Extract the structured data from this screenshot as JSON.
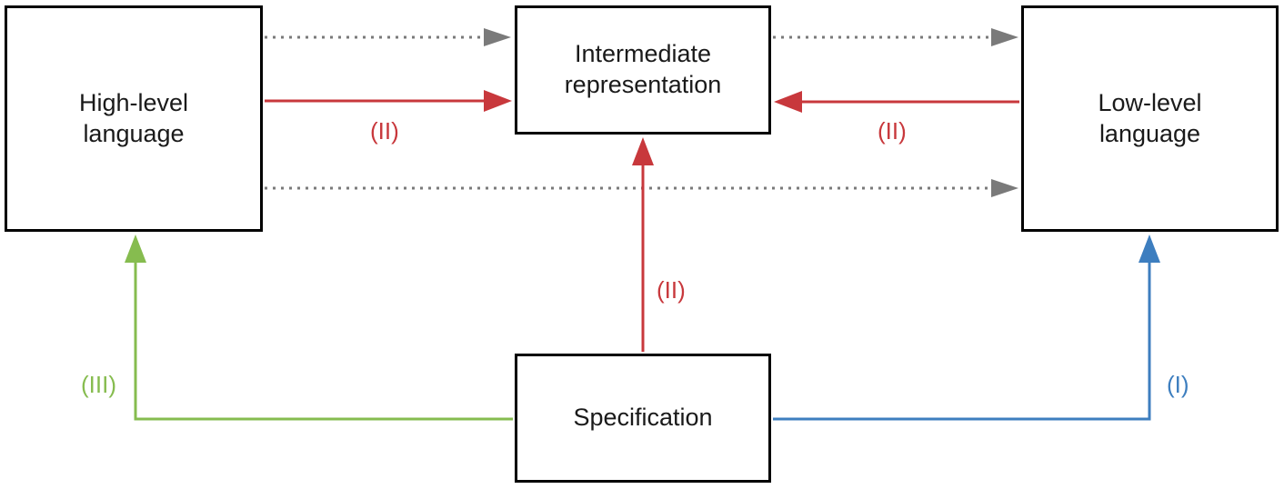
{
  "nodes": {
    "high_level": "High-level\nlanguage",
    "intermediate": "Intermediate\nrepresentation",
    "low_level": "Low-level\nlanguage",
    "specification": "Specification"
  },
  "edge_labels": {
    "high_to_ir": "(II)",
    "low_to_ir": "(II)",
    "spec_to_ir": "(II)",
    "spec_to_high": "(III)",
    "spec_to_low": "(I)"
  },
  "colors": {
    "red": "#c8383c",
    "green": "#86bc4f",
    "blue": "#3d7ebf",
    "gray": "#7a7a7a",
    "box_border": "#000000"
  }
}
